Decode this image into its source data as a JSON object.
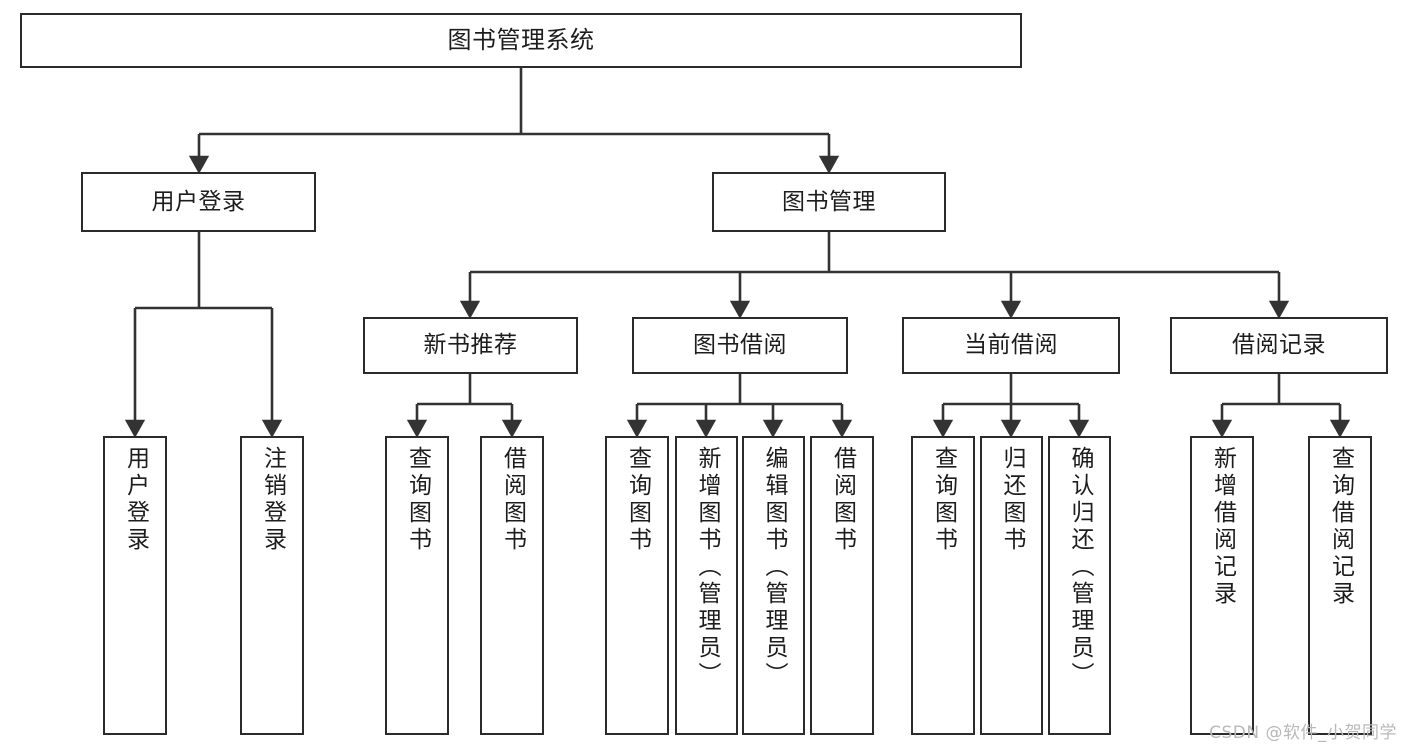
{
  "diagram": {
    "title": "图书管理系统",
    "type": "tree-hierarchy",
    "root": {
      "id": "root",
      "label": "图书管理系统"
    },
    "level2": [
      {
        "id": "user-login",
        "label": "用户登录"
      },
      {
        "id": "book-manage",
        "label": "图书管理"
      }
    ],
    "level3": [
      {
        "id": "new-book-recommend",
        "label": "新书推荐"
      },
      {
        "id": "book-borrow",
        "label": "图书借阅"
      },
      {
        "id": "current-borrow",
        "label": "当前借阅"
      },
      {
        "id": "borrow-record",
        "label": "借阅记录"
      }
    ],
    "leaves": {
      "user_login": [
        {
          "id": "leaf-user-login",
          "label": "用户登录"
        },
        {
          "id": "leaf-logout-login",
          "label": "注销登录"
        }
      ],
      "new_book_recommend": [
        {
          "id": "leaf-query-book-1",
          "label": "查询图书"
        },
        {
          "id": "leaf-borrow-book-1",
          "label": "借阅图书"
        }
      ],
      "book_borrow": [
        {
          "id": "leaf-query-book-2",
          "label": "查询图书"
        },
        {
          "id": "leaf-add-book",
          "label": "新增图书（管理员）"
        },
        {
          "id": "leaf-edit-book",
          "label": "编辑图书（管理员）"
        },
        {
          "id": "leaf-borrow-book-2",
          "label": "借阅图书"
        }
      ],
      "current_borrow": [
        {
          "id": "leaf-query-book-3",
          "label": "查询图书"
        },
        {
          "id": "leaf-return-book",
          "label": "归还图书"
        },
        {
          "id": "leaf-confirm-return",
          "label": "确认归还（管理员）"
        }
      ],
      "borrow_record": [
        {
          "id": "leaf-add-record",
          "label": "新增借阅记录"
        },
        {
          "id": "leaf-query-record",
          "label": "查询借阅记录"
        }
      ]
    }
  },
  "watermark": {
    "text": "CSDN @软件_小贺同学"
  },
  "colors": {
    "box_border": "#2b2b2b",
    "box_fill": "#ffffff",
    "connector": "#333333",
    "text": "#1d1d1d",
    "watermark": "#b9b9b9",
    "page_background": "#ffffff"
  }
}
